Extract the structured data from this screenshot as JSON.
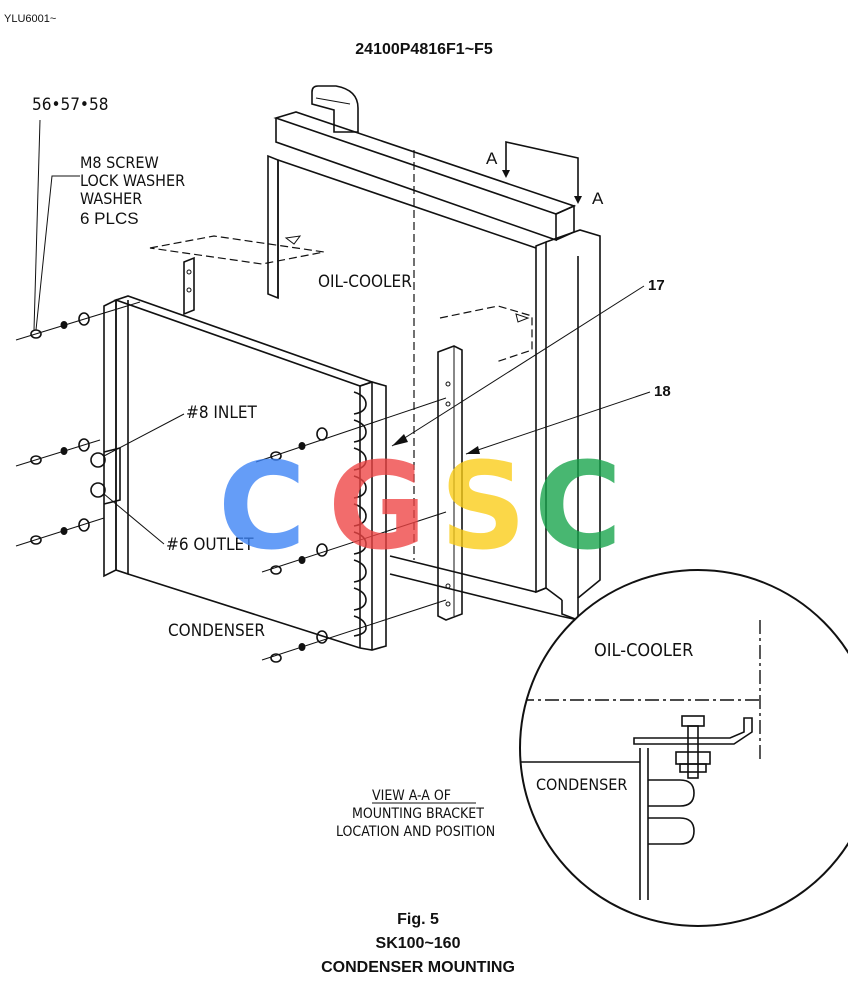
{
  "header": {
    "code": "YLU6001~",
    "part_number": "24100P4816F1~F5"
  },
  "callouts": {
    "fastener_refs": "56•57•58",
    "fastener_line1": "M8 SCREW",
    "fastener_line2": "LOCK WASHER",
    "fastener_line3": "WASHER",
    "fastener_line4": "6 PLCS",
    "section_a_top": "A",
    "section_a_side": "A",
    "oil_cooler": "OIL-COOLER",
    "ref_17": "17",
    "ref_18": "18",
    "inlet": "#8 INLET",
    "outlet": "#6 OUTLET",
    "condenser": "CONDENSER"
  },
  "detail": {
    "oil_cooler": "OIL-COOLER",
    "condenser": "CONDENSER",
    "view_line1": "VIEW A-A OF",
    "view_line2": "MOUNTING BRACKET",
    "view_line3": "LOCATION AND POSITION"
  },
  "watermark": {
    "letters": [
      "C",
      "G",
      "S",
      "C"
    ],
    "colors": [
      "#3b82f6",
      "#ef4444",
      "#facc15",
      "#16a34a"
    ]
  },
  "caption": {
    "fig": "Fig. 5",
    "model": "SK100~160",
    "title": "CONDENSER MOUNTING"
  }
}
